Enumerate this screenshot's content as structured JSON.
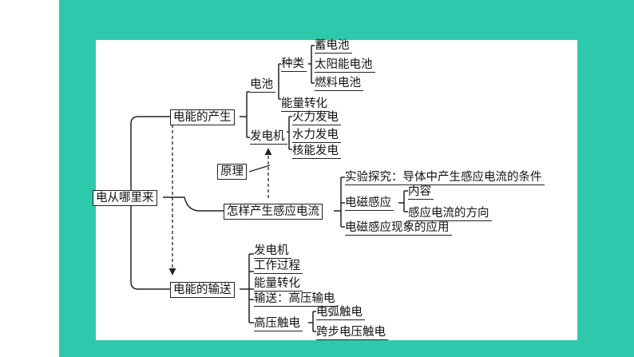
{
  "colors": {
    "frame": "#2ec9ad",
    "panel": "#ffffff",
    "line": "#222222"
  },
  "root": "电从哪里来",
  "production": {
    "label": "电能的产生",
    "battery": {
      "label": "电池",
      "kinds_label": "种类",
      "kinds": [
        "蓄电池",
        "太阳能电池",
        "燃料电池"
      ],
      "energy": "能量转化"
    },
    "generator": {
      "label": "发电机",
      "types": [
        "火力发电",
        "水力发电",
        "核能发电"
      ]
    }
  },
  "principle": "原理",
  "induction": {
    "label": "怎样产生感应电流",
    "experiment": "实验探究：导体中产生感应电流的条件",
    "em_induction": {
      "label": "电磁感应",
      "items": [
        "内容",
        "感应电流的方向"
      ]
    },
    "application": "电磁感应现象的应用"
  },
  "transmission": {
    "label": "电能的输送",
    "items": [
      "发电机",
      "工作过程",
      "能量转化",
      "输送：高压输电"
    ],
    "shock": {
      "label": "高压触电",
      "items": [
        "电弧触电",
        "跨步电压触电"
      ]
    }
  }
}
